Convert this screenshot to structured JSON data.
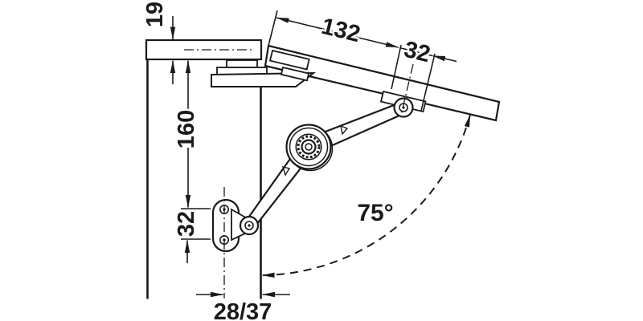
{
  "drawing": {
    "title": "flap-lift-fitting-installation-drawing",
    "dimensions": {
      "panel_thickness": "19",
      "top_to_plate_hole": "160",
      "plate_hole_spacing": "32",
      "hinge_to_bracket": "132",
      "bracket_hole_spacing": "32",
      "opening_angle": "75°",
      "front_edge_setback": "28/37"
    },
    "colors": {
      "line": "#1a1a1a",
      "background": "#ffffff"
    }
  }
}
